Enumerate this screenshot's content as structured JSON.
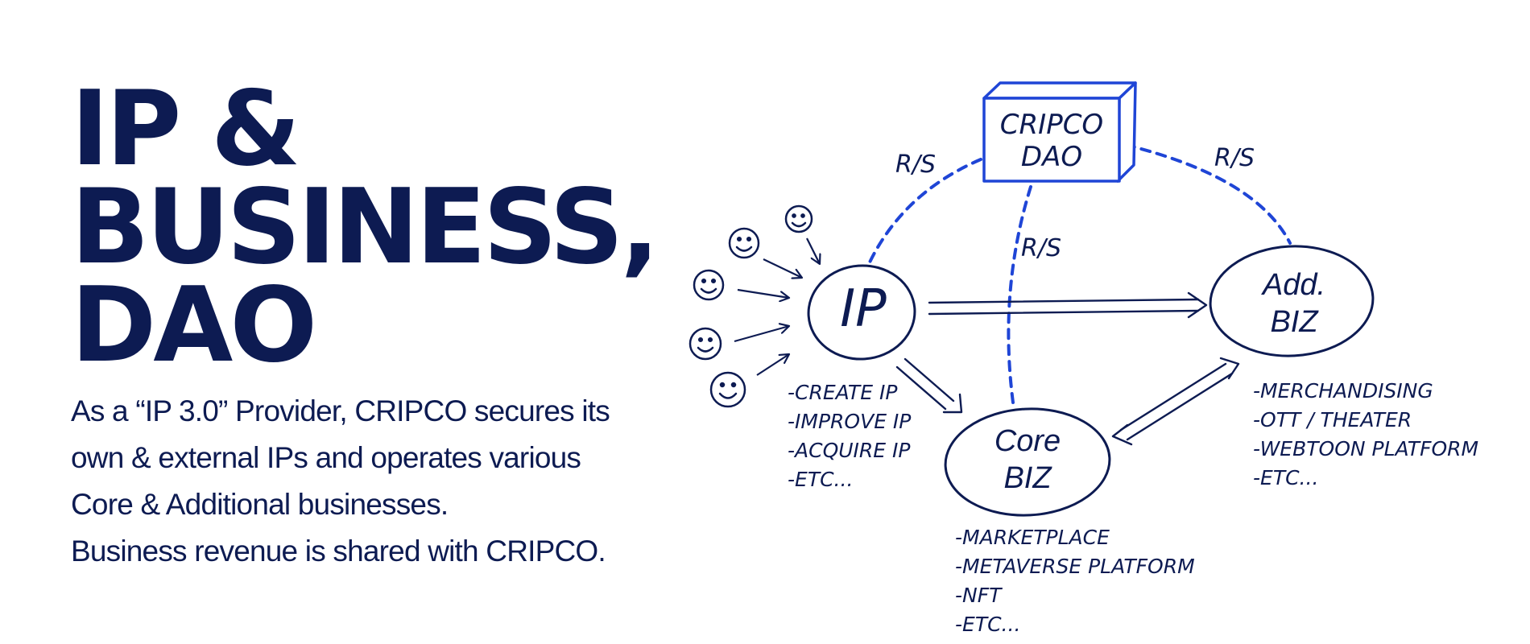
{
  "headline": {
    "line1": "IP &",
    "line2": "BUSINESS,",
    "line3": "DAO"
  },
  "description": {
    "line1": "As a “IP 3.0” Provider, CRIPCO secures its",
    "line2": "own & external IPs and operates various",
    "line3": "Core & Additional businesses.",
    "line4": "Business revenue is shared with CRIPCO."
  },
  "diagram": {
    "dao_line1": "CRIPCO",
    "dao_line2": "DAO",
    "rs_left": "R/S",
    "rs_middle": "R/S",
    "rs_right": "R/S",
    "ip_node": "IP",
    "core_line1": "Core",
    "core_line2": "BIZ",
    "add_line1": "Add.",
    "add_line2": "BIZ",
    "ip_items": [
      "-CREATE IP",
      "-IMPROVE IP",
      "-ACQUIRE IP",
      "-ETC..."
    ],
    "core_items": [
      "-MARKETPLACE",
      "-METAVERSE PLATFORM",
      "-NFT",
      "-ETC..."
    ],
    "add_items": [
      "-MERCHANDISING",
      "-OTT / THEATER",
      "-WEBTOON PLATFORM",
      "-ETC..."
    ],
    "colors": {
      "navy": "#0d1b52",
      "blue": "#1f45d6"
    }
  }
}
